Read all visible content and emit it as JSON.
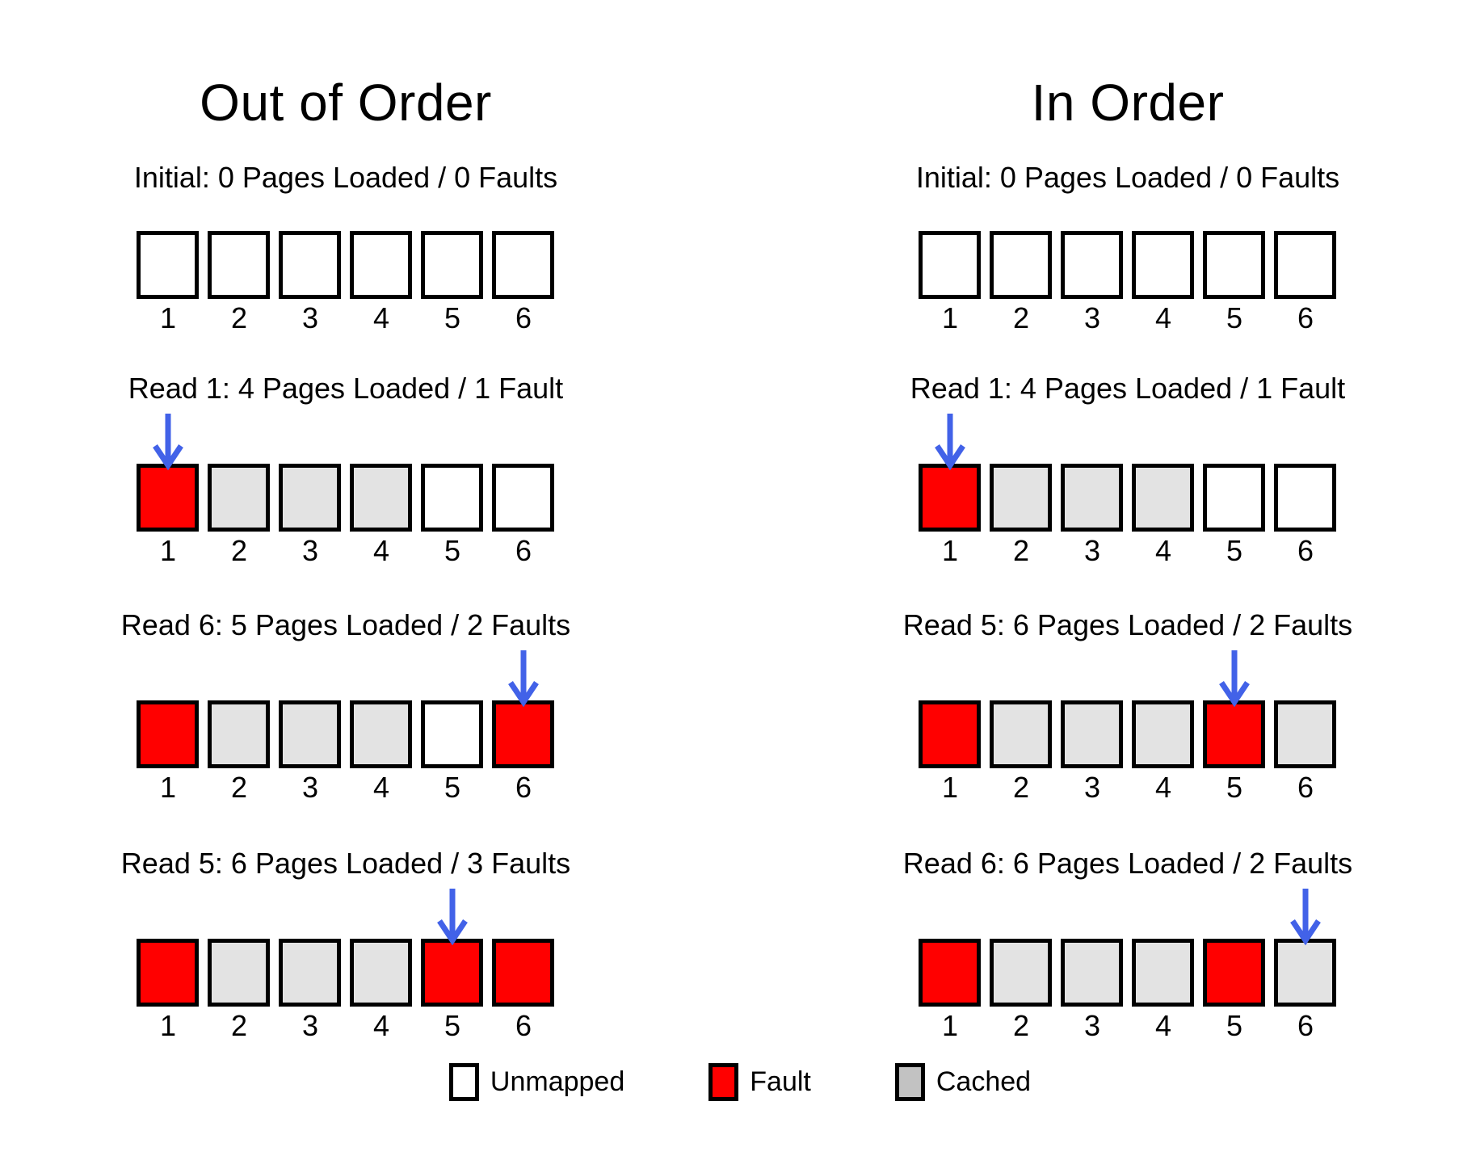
{
  "page": {
    "background": "#ffffff",
    "description": "Page fault diagram comparing out-of-order and in-order reads"
  },
  "colors": {
    "fault": "#ff0000",
    "cached": "#e3e3e3",
    "unmapped": "#ffffff",
    "legend_cached_swatch": "#c2c2c2",
    "arrow": "#4262e8",
    "border": "#000000"
  },
  "columns": [
    {
      "title": "Out of Order",
      "page_labels": [
        "1",
        "2",
        "3",
        "4",
        "5",
        "6"
      ],
      "steps": [
        {
          "heading": "Initial: 0 Pages Loaded / 0 Faults",
          "arrow_at": null,
          "states": [
            "unmapped",
            "unmapped",
            "unmapped",
            "unmapped",
            "unmapped",
            "unmapped"
          ]
        },
        {
          "heading": "Read 1: 4 Pages Loaded / 1 Fault",
          "arrow_at": 1,
          "states": [
            "fault",
            "cached",
            "cached",
            "cached",
            "unmapped",
            "unmapped"
          ]
        },
        {
          "heading": "Read 6: 5 Pages Loaded / 2 Faults",
          "arrow_at": 6,
          "states": [
            "fault",
            "cached",
            "cached",
            "cached",
            "unmapped",
            "fault"
          ]
        },
        {
          "heading": "Read 5: 6 Pages Loaded / 3 Faults",
          "arrow_at": 5,
          "states": [
            "fault",
            "cached",
            "cached",
            "cached",
            "fault",
            "fault"
          ]
        }
      ]
    },
    {
      "title": "In Order",
      "page_labels": [
        "1",
        "2",
        "3",
        "4",
        "5",
        "6"
      ],
      "steps": [
        {
          "heading": "Initial: 0 Pages Loaded / 0 Faults",
          "arrow_at": null,
          "states": [
            "unmapped",
            "unmapped",
            "unmapped",
            "unmapped",
            "unmapped",
            "unmapped"
          ]
        },
        {
          "heading": "Read 1: 4 Pages Loaded / 1 Fault",
          "arrow_at": 1,
          "states": [
            "fault",
            "cached",
            "cached",
            "cached",
            "unmapped",
            "unmapped"
          ]
        },
        {
          "heading": "Read 5: 6 Pages Loaded / 2 Faults",
          "arrow_at": 5,
          "states": [
            "fault",
            "cached",
            "cached",
            "cached",
            "fault",
            "cached"
          ]
        },
        {
          "heading": "Read 6: 6 Pages Loaded / 2 Faults",
          "arrow_at": 6,
          "states": [
            "fault",
            "cached",
            "cached",
            "cached",
            "fault",
            "cached"
          ]
        }
      ]
    }
  ],
  "legend": [
    {
      "label": "Unmapped",
      "state": "unmapped"
    },
    {
      "label": "Fault",
      "state": "fault"
    },
    {
      "label": "Cached",
      "state": "cached"
    }
  ]
}
